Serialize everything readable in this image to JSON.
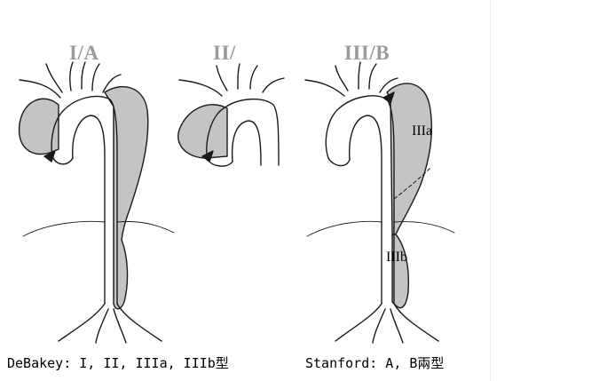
{
  "diagram": {
    "type_labels": {
      "type1": "I/A",
      "type2": "II/",
      "type3": "III/B"
    },
    "region_labels": {
      "type3a": "IIIa",
      "type3b": "IIIb"
    },
    "captions": {
      "debakey": "DeBakey: I, II, IIIa, IIIb型",
      "stanford": "Stanford: A, B兩型"
    },
    "colors": {
      "dissection_fill": "#c4c4c4",
      "outline": "#1a1a1a",
      "label_gray": "#9a9a9a"
    }
  }
}
